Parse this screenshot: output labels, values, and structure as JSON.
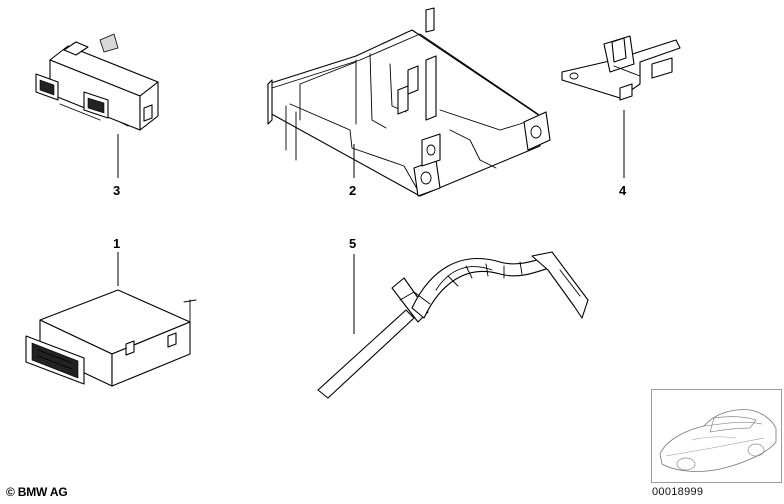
{
  "callouts": [
    {
      "id": "1",
      "label": "1"
    },
    {
      "id": "2",
      "label": "2"
    },
    {
      "id": "3",
      "label": "3"
    },
    {
      "id": "4",
      "label": "4"
    },
    {
      "id": "5",
      "label": "5"
    }
  ],
  "footer": {
    "copyright": "© BMW AG",
    "diagram_number": "00018999"
  }
}
